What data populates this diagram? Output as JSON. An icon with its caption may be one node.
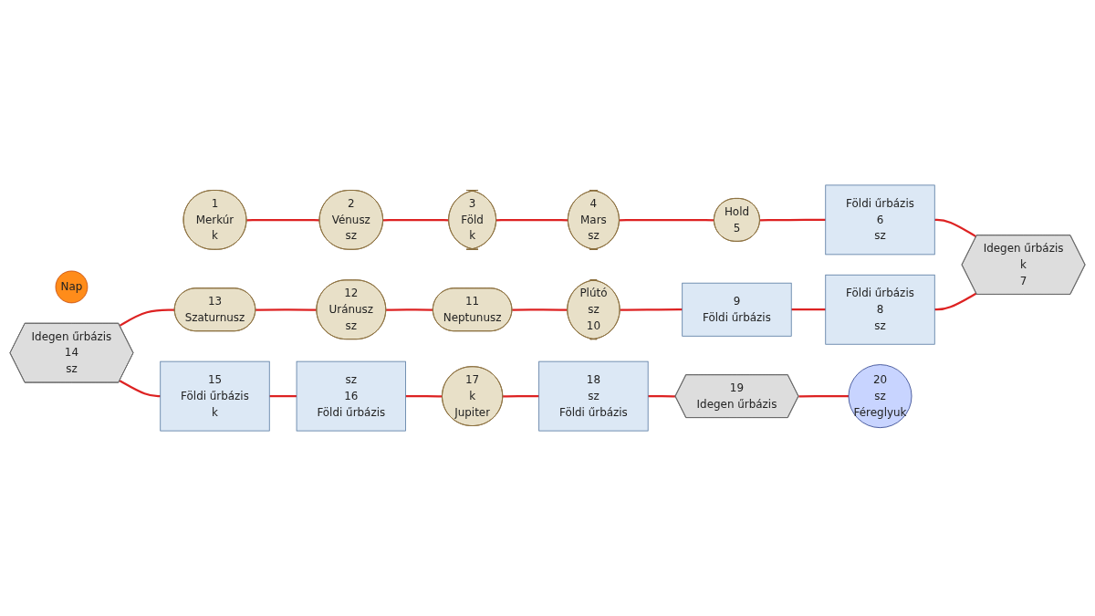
{
  "diagram": {
    "nodes": [
      {
        "text": [
          "Nap"
        ]
      },
      {
        "text": [
          "1",
          "Merkúr",
          "k"
        ]
      },
      {
        "text": [
          "2",
          "Vénusz",
          "sz"
        ]
      },
      {
        "text": [
          "3",
          "Föld",
          "k"
        ]
      },
      {
        "text": [
          "4",
          "Mars",
          "sz"
        ]
      },
      {
        "text": [
          "Hold",
          "5"
        ]
      },
      {
        "text": [
          "Földi űrbázis",
          "6",
          "sz"
        ]
      },
      {
        "text": [
          "Idegen űrbázis",
          "k",
          "7"
        ]
      },
      {
        "text": [
          "Földi űrbázis",
          "8",
          "sz"
        ]
      },
      {
        "text": [
          "9",
          "Földi űrbázis"
        ]
      },
      {
        "text": [
          "Plútó",
          "sz",
          "10"
        ]
      },
      {
        "text": [
          "11",
          "Neptunusz"
        ]
      },
      {
        "text": [
          "12",
          "Uránusz",
          "sz"
        ]
      },
      {
        "text": [
          "13",
          "Szaturnusz"
        ]
      },
      {
        "text": [
          "Idegen űrbázis",
          "14",
          "sz"
        ]
      },
      {
        "text": [
          "15",
          "Földi űrbázis",
          "k"
        ]
      },
      {
        "text": [
          "sz",
          "16",
          "Földi űrbázis"
        ]
      },
      {
        "text": [
          "17",
          "k",
          "Jupiter"
        ]
      },
      {
        "text": [
          "18",
          "sz",
          "Földi űrbázis"
        ]
      },
      {
        "text": [
          "19",
          "Idegen űrbázis"
        ]
      },
      {
        "text": [
          "20",
          "sz",
          "Féreglyuk"
        ]
      }
    ],
    "edges": [
      {
        "from": 1,
        "to": 2,
        "arrow": "none"
      },
      {
        "from": 2,
        "to": 3,
        "arrow": "none"
      },
      {
        "from": 3,
        "to": 4,
        "arrow": "none"
      },
      {
        "from": 4,
        "to": 5,
        "arrow": "none"
      },
      {
        "from": 5,
        "to": 6,
        "arrow": "none"
      },
      {
        "from": 6,
        "to": 7,
        "arrow": "none"
      },
      {
        "from": 7,
        "to": 8,
        "arrow": "none"
      },
      {
        "from": 8,
        "to": 9,
        "arrow": "none"
      },
      {
        "from": 9,
        "to": 10,
        "arrow": "none"
      },
      {
        "from": 10,
        "to": 11,
        "arrow": "none"
      },
      {
        "from": 11,
        "to": 12,
        "arrow": "none"
      },
      {
        "from": 12,
        "to": 13,
        "arrow": "none"
      },
      {
        "from": 13,
        "to": 14,
        "arrow": "none"
      },
      {
        "from": 14,
        "to": 15,
        "arrow": "none"
      },
      {
        "from": 15,
        "to": 16,
        "arrow": "none"
      },
      {
        "from": 16,
        "to": 17,
        "arrow": "none"
      },
      {
        "from": 17,
        "to": 18,
        "arrow": "none"
      },
      {
        "from": 18,
        "to": 19,
        "arrow": "none"
      },
      {
        "from": 19,
        "to": 20,
        "arrow": "none"
      }
    ]
  }
}
